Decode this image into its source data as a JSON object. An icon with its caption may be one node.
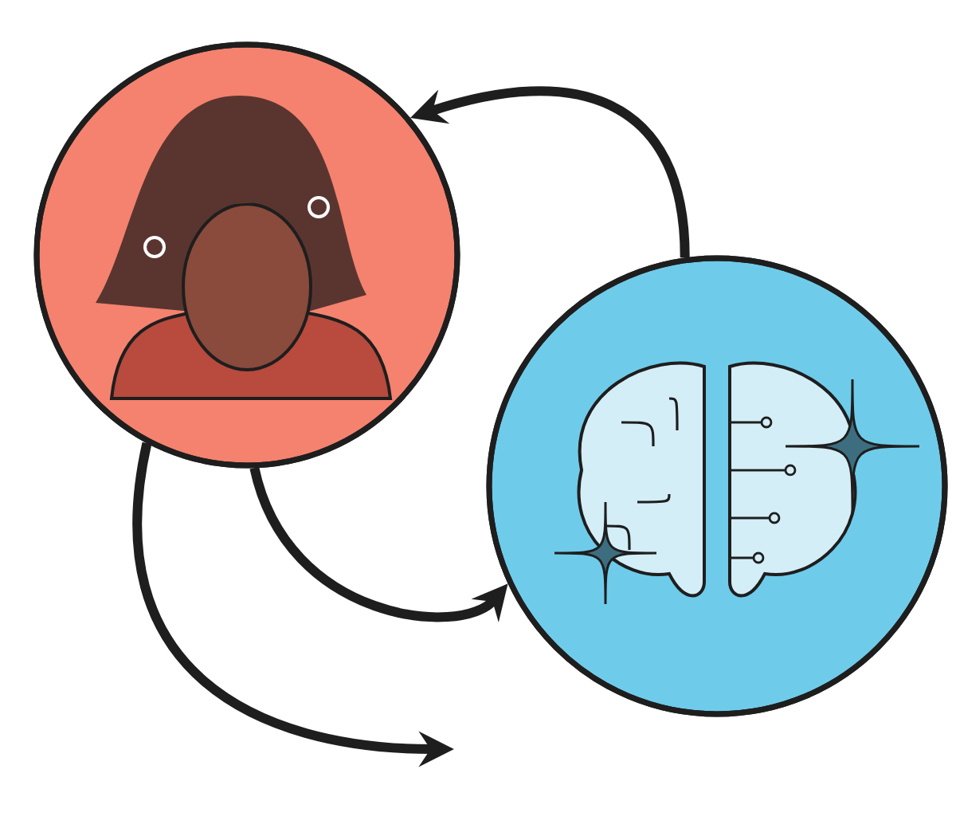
{
  "diagram": {
    "nodes": [
      {
        "text": [],
        "shape": "picture"
      },
      {
        "text": [],
        "shape": "picture"
      }
    ],
    "edges": [
      {
        "from": 1,
        "to": 0,
        "arrow": "to"
      },
      {
        "from": 0,
        "to": 1,
        "arrow": "to"
      },
      {
        "from": 0,
        "to": null,
        "arrow": "to"
      }
    ]
  }
}
